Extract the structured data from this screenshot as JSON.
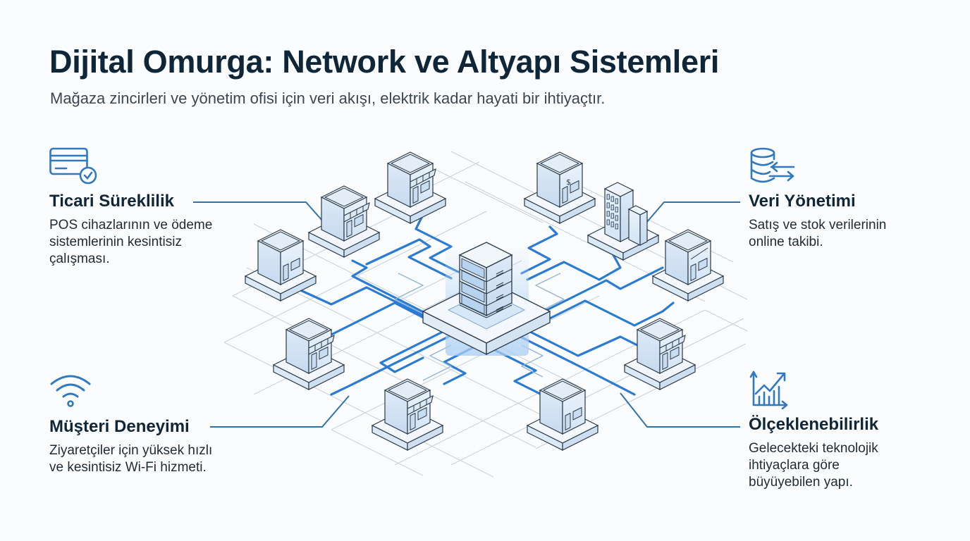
{
  "header": {
    "title": "Dijital Omurga: Network ve Altyapı Sistemleri",
    "subtitle": "Mağaza zincirleri ve yönetim ofisi için veri akışı, elektrik kadar hayati bir ihtiyaçtır."
  },
  "features": [
    {
      "icon": "credit-card-check-icon",
      "title": "Ticari Süreklilik",
      "description": "POS cihazlarının ve ödeme\nsistemlerinin kesintisiz\nçalışması."
    },
    {
      "icon": "wifi-icon",
      "title": "Müşteri Deneyimi",
      "description": "Ziyaretçiler için yüksek hızlı\nve kesintisiz Wi-Fi hizmeti."
    },
    {
      "icon": "database-sync-icon",
      "title": "Veri Yönetimi",
      "description": "Satış ve stok verilerinin\nonline takibi."
    },
    {
      "icon": "growth-chart-icon",
      "title": "Ölçeklenebilirlik",
      "description": "Gelecekteki teknolojik\nihtiyaçlara göre\nbüyüyebilen yapı."
    }
  ],
  "diagram": {
    "hub": {
      "type": "server-rack",
      "label": "central-server"
    },
    "nodes": [
      {
        "id": "store-top-left",
        "type": "store-awning"
      },
      {
        "id": "store-top",
        "type": "store-awning"
      },
      {
        "id": "store-left",
        "type": "store-plain"
      },
      {
        "id": "store-top-right",
        "type": "store-dollar"
      },
      {
        "id": "office-building",
        "type": "office"
      },
      {
        "id": "store-right",
        "type": "store-sign"
      },
      {
        "id": "store-lower-left",
        "type": "store-awning"
      },
      {
        "id": "store-bottom-left",
        "type": "store-awning"
      },
      {
        "id": "store-bottom-right",
        "type": "store-plain"
      },
      {
        "id": "store-lower-right",
        "type": "store-awning"
      }
    ]
  },
  "colors": {
    "title": "#0e2638",
    "accent": "#2f7fd0",
    "icon": "#2f79bf",
    "grid": "#c9d3dc",
    "link": "#2a7bd4"
  }
}
